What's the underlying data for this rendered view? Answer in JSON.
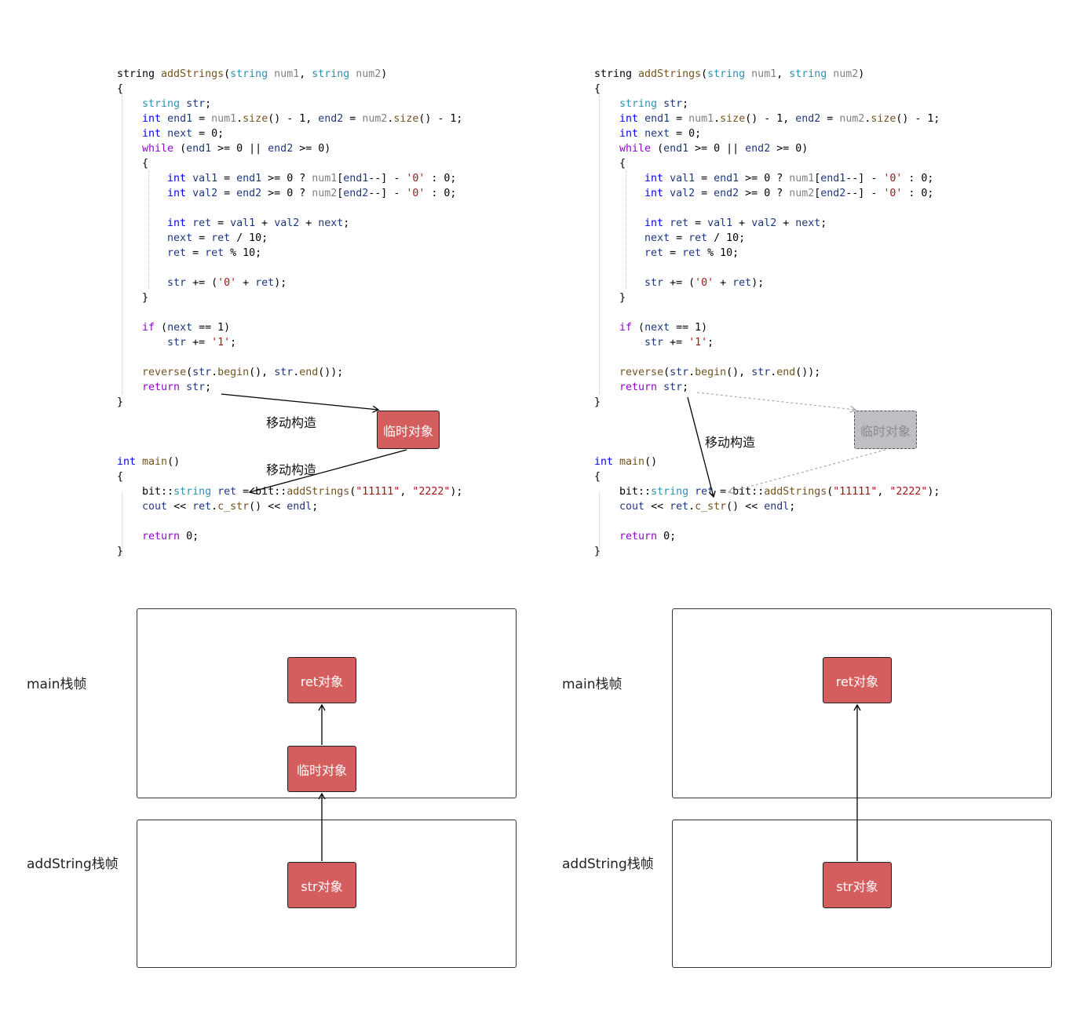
{
  "left_panel": {
    "code_lines": [
      [
        [
          "fn_sig_ret",
          "string ",
          "tk-punc"
        ],
        [
          "fn_name",
          "addStrings",
          "tk-fn"
        ],
        [
          "p1",
          "(",
          "tk-punc"
        ],
        [
          "p2",
          "string",
          "tk-ty"
        ],
        [
          "p3",
          " num1",
          "tk-param"
        ],
        [
          "p4",
          ", ",
          "tk-punc"
        ],
        [
          "p5",
          "string",
          "tk-ty"
        ],
        [
          "p6",
          " num2",
          "tk-param"
        ],
        [
          "p7",
          ")",
          "tk-punc"
        ]
      ],
      [
        [
          "b",
          "{",
          "tk-punc"
        ]
      ],
      [
        [
          "i",
          "    ",
          "tk-punc"
        ],
        [
          "t",
          "string",
          "tk-ty"
        ],
        [
          "v",
          " str",
          "tk-var"
        ],
        [
          "e",
          ";",
          "tk-punc"
        ]
      ],
      [
        [
          "i",
          "    ",
          "tk-punc"
        ],
        [
          "t",
          "int",
          "tk-kw"
        ],
        [
          "v",
          " end1",
          "tk-var"
        ],
        [
          "o",
          " = ",
          "tk-punc"
        ],
        [
          "a",
          "num1",
          "tk-param"
        ],
        [
          "m",
          ".",
          "tk-punc"
        ],
        [
          "f",
          "size",
          "tk-fn"
        ],
        [
          "c",
          "() - 1, ",
          "tk-punc"
        ],
        [
          "v2",
          "end2",
          "tk-var"
        ],
        [
          "o2",
          " = ",
          "tk-punc"
        ],
        [
          "a2",
          "num2",
          "tk-param"
        ],
        [
          "m2",
          ".",
          "tk-punc"
        ],
        [
          "f2",
          "size",
          "tk-fn"
        ],
        [
          "c2",
          "() - 1;",
          "tk-punc"
        ]
      ],
      [
        [
          "i",
          "    ",
          "tk-punc"
        ],
        [
          "t",
          "int",
          "tk-kw"
        ],
        [
          "v",
          " next",
          "tk-var"
        ],
        [
          "c",
          " = 0;",
          "tk-punc"
        ]
      ],
      [
        [
          "i",
          "    ",
          "tk-punc"
        ],
        [
          "k",
          "while",
          "tk-ctl"
        ],
        [
          "c",
          " (",
          "tk-punc"
        ],
        [
          "v",
          "end1",
          "tk-var"
        ],
        [
          "c2",
          " >= 0 || ",
          "tk-punc"
        ],
        [
          "v2",
          "end2",
          "tk-var"
        ],
        [
          "c3",
          " >= 0)",
          "tk-punc"
        ]
      ],
      [
        [
          "i",
          "    ",
          "tk-punc"
        ],
        [
          "b",
          "{",
          "tk-punc"
        ]
      ],
      [
        [
          "i",
          "        ",
          "tk-punc"
        ],
        [
          "t",
          "int",
          "tk-kw"
        ],
        [
          "v",
          " val1",
          "tk-var"
        ],
        [
          "o",
          " = ",
          "tk-punc"
        ],
        [
          "v2",
          "end1",
          "tk-var"
        ],
        [
          "c",
          " >= 0 ? ",
          "tk-punc"
        ],
        [
          "a",
          "num1",
          "tk-param"
        ],
        [
          "br",
          "[",
          "tk-punc"
        ],
        [
          "v3",
          "end1",
          "tk-var"
        ],
        [
          "c2",
          "--] - ",
          "tk-punc"
        ],
        [
          "s",
          "'0'",
          "tk-str"
        ],
        [
          "c3",
          " : 0;",
          "tk-punc"
        ]
      ],
      [
        [
          "i",
          "        ",
          "tk-punc"
        ],
        [
          "t",
          "int",
          "tk-kw"
        ],
        [
          "v",
          " val2",
          "tk-var"
        ],
        [
          "o",
          " = ",
          "tk-punc"
        ],
        [
          "v2",
          "end2",
          "tk-var"
        ],
        [
          "c",
          " >= 0 ? ",
          "tk-punc"
        ],
        [
          "a",
          "num2",
          "tk-param"
        ],
        [
          "br",
          "[",
          "tk-punc"
        ],
        [
          "v3",
          "end2",
          "tk-var"
        ],
        [
          "c2",
          "--] - ",
          "tk-punc"
        ],
        [
          "s",
          "'0'",
          "tk-str"
        ],
        [
          "c3",
          " : 0;",
          "tk-punc"
        ]
      ],
      [],
      [
        [
          "i",
          "        ",
          "tk-punc"
        ],
        [
          "t",
          "int",
          "tk-kw"
        ],
        [
          "v",
          " ret",
          "tk-var"
        ],
        [
          "o",
          " = ",
          "tk-punc"
        ],
        [
          "v2",
          "val1",
          "tk-var"
        ],
        [
          "c",
          " + ",
          "tk-punc"
        ],
        [
          "v3",
          "val2",
          "tk-var"
        ],
        [
          "c2",
          " + ",
          "tk-punc"
        ],
        [
          "v4",
          "next",
          "tk-var"
        ],
        [
          "e",
          ";",
          "tk-punc"
        ]
      ],
      [
        [
          "i",
          "        ",
          "tk-punc"
        ],
        [
          "v",
          "next",
          "tk-var"
        ],
        [
          "o",
          " = ",
          "tk-punc"
        ],
        [
          "v2",
          "ret",
          "tk-var"
        ],
        [
          "c",
          " / 10;",
          "tk-punc"
        ]
      ],
      [
        [
          "i",
          "        ",
          "tk-punc"
        ],
        [
          "v",
          "ret",
          "tk-var"
        ],
        [
          "o",
          " = ",
          "tk-punc"
        ],
        [
          "v2",
          "ret",
          "tk-var"
        ],
        [
          "c",
          " % 10;",
          "tk-punc"
        ]
      ],
      [],
      [
        [
          "i",
          "        ",
          "tk-punc"
        ],
        [
          "v",
          "str",
          "tk-var"
        ],
        [
          "o",
          " += (",
          "tk-punc"
        ],
        [
          "s",
          "'0'",
          "tk-str"
        ],
        [
          "c",
          " + ",
          "tk-punc"
        ],
        [
          "v2",
          "ret",
          "tk-var"
        ],
        [
          "e",
          ");",
          "tk-punc"
        ]
      ],
      [
        [
          "i",
          "    ",
          "tk-punc"
        ],
        [
          "b",
          "}",
          "tk-punc"
        ]
      ],
      [],
      [
        [
          "i",
          "    ",
          "tk-punc"
        ],
        [
          "k",
          "if",
          "tk-ctl"
        ],
        [
          "c",
          " (",
          "tk-punc"
        ],
        [
          "v",
          "next",
          "tk-var"
        ],
        [
          "c2",
          " == 1)",
          "tk-punc"
        ]
      ],
      [
        [
          "i",
          "        ",
          "tk-punc"
        ],
        [
          "v",
          "str",
          "tk-var"
        ],
        [
          "o",
          " += ",
          "tk-punc"
        ],
        [
          "s",
          "'1'",
          "tk-str"
        ],
        [
          "e",
          ";",
          "tk-punc"
        ]
      ],
      [],
      [
        [
          "i",
          "    ",
          "tk-punc"
        ],
        [
          "f",
          "reverse",
          "tk-fn"
        ],
        [
          "c",
          "(",
          "tk-punc"
        ],
        [
          "v",
          "str",
          "tk-var"
        ],
        [
          "m",
          ".",
          "tk-punc"
        ],
        [
          "f2",
          "begin",
          "tk-fn"
        ],
        [
          "c2",
          "(), ",
          "tk-punc"
        ],
        [
          "v2",
          "str",
          "tk-var"
        ],
        [
          "m2",
          ".",
          "tk-punc"
        ],
        [
          "f3",
          "end",
          "tk-fn"
        ],
        [
          "c3",
          "());",
          "tk-punc"
        ]
      ],
      [
        [
          "i",
          "    ",
          "tk-punc"
        ],
        [
          "k",
          "return",
          "tk-ctl"
        ],
        [
          "v",
          " str",
          "tk-var"
        ],
        [
          "e",
          ";",
          "tk-punc"
        ]
      ],
      [
        [
          "b",
          "}",
          "tk-punc"
        ]
      ],
      [],
      [],
      [],
      [
        [
          "t",
          "int",
          "tk-kw"
        ],
        [
          "f",
          " main",
          "tk-fn"
        ],
        [
          "c",
          "()",
          "tk-punc"
        ]
      ],
      [
        [
          "b",
          "{",
          "tk-punc"
        ]
      ],
      [
        [
          "i",
          "    ",
          "tk-punc"
        ],
        [
          "ns",
          "bit::",
          "tk-ns"
        ],
        [
          "t",
          "string",
          "tk-ty"
        ],
        [
          "v",
          " ret",
          "tk-var"
        ],
        [
          "o",
          " = ",
          "tk-punc"
        ],
        [
          "ns2",
          "bit::",
          "tk-ns"
        ],
        [
          "f",
          "addStrings",
          "tk-fn"
        ],
        [
          "c",
          "(",
          "tk-punc"
        ],
        [
          "s",
          "\"11111\"",
          "tk-str"
        ],
        [
          "c2",
          ", ",
          "tk-punc"
        ],
        [
          "s2",
          "\"2222\"",
          "tk-str"
        ],
        [
          "e",
          ");",
          "tk-punc"
        ]
      ],
      [
        [
          "i",
          "    ",
          "tk-punc"
        ],
        [
          "v",
          "cout",
          "tk-var"
        ],
        [
          "o",
          " << ",
          "tk-punc"
        ],
        [
          "v2",
          "ret",
          "tk-var"
        ],
        [
          "m",
          ".",
          "tk-punc"
        ],
        [
          "f",
          "c_str",
          "tk-fn"
        ],
        [
          "c",
          "() << ",
          "tk-punc"
        ],
        [
          "v3",
          "endl",
          "tk-var"
        ],
        [
          "e",
          ";",
          "tk-punc"
        ]
      ],
      [],
      [
        [
          "i",
          "    ",
          "tk-punc"
        ],
        [
          "k",
          "return",
          "tk-ctl"
        ],
        [
          "c",
          " 0;",
          "tk-punc"
        ]
      ],
      [
        [
          "b",
          "}",
          "tk-punc"
        ]
      ]
    ],
    "temp_object_label": "临时对象",
    "move_label_1": "移动构造",
    "move_label_2": "移动构造",
    "frame_main_label": "main栈帧",
    "frame_add_label": "addString栈帧",
    "ret_box": "ret对象",
    "temp_box": "临时对象",
    "str_box": "str对象"
  },
  "right_panel": {
    "temp_object_label": "临时对象",
    "move_label": "移动构造",
    "frame_main_label": "main栈帧",
    "frame_add_label": "addString栈帧",
    "ret_box": "ret对象",
    "str_box": "str对象"
  },
  "colors": {
    "box_fill": "#d45d5d",
    "ghost_fill": "#bfbfc3",
    "keyword": "#0000ff",
    "type": "#2b91af",
    "function": "#74531f",
    "variable": "#1f377f",
    "parameter": "#808080",
    "string": "#a31515",
    "control": "#8f08c4"
  }
}
